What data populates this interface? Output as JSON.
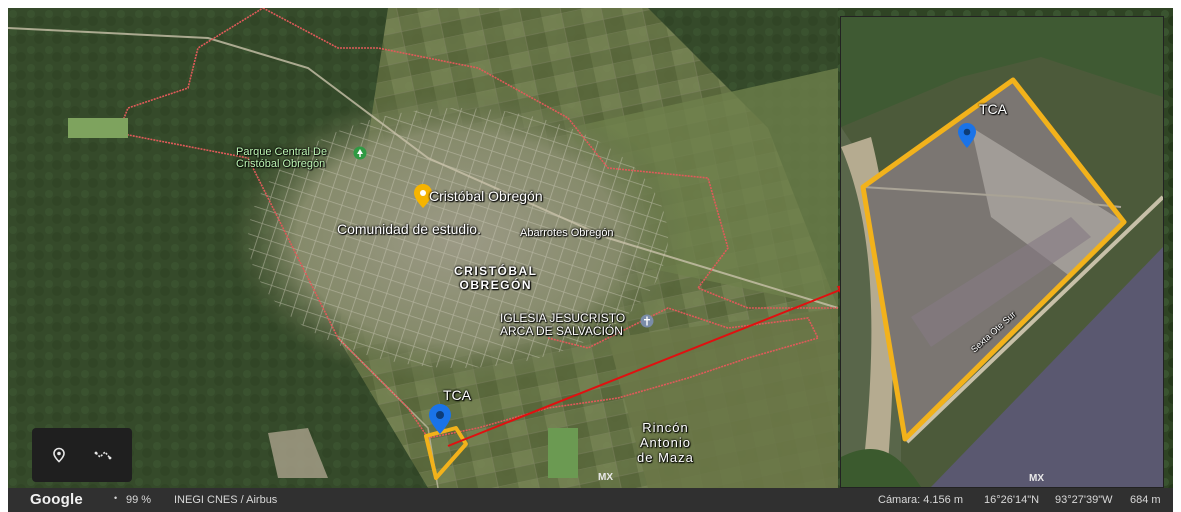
{
  "map": {
    "labels": {
      "park_line1": "Parque Central De",
      "park_line2": "Cristóbal Obregón",
      "town_pin": "Cristóbal Obregón",
      "study_community": "Comunidad de estudio.",
      "store": "Abarrotes Obregón",
      "town_big_line1": "CRISTÓBAL",
      "town_big_line2": "OBREGÓN",
      "church_line1": "IGLESIA JESUCRISTO",
      "church_line2": "ARCA DE SALVACIÓN",
      "tca": "TCA",
      "rincon_line1": "Rincón",
      "rincon_line2": "Antonio",
      "rincon_line3": "de Maza",
      "mx_mark": "MX"
    },
    "controls": [
      {
        "icon": "location-pin-icon"
      },
      {
        "icon": "path-measure-icon"
      }
    ]
  },
  "inset": {
    "tca": "TCA",
    "road_label": "Sexta Ote Sur",
    "mx_mark": "MX"
  },
  "bottom_bar": {
    "logo": "Google",
    "loading": "99 %",
    "attribution": "INEGI  CNES / Airbus",
    "camera": "Cámara: 4.156 m",
    "latitude": "16°26'14\"N",
    "longitude": "93°27'39\"W",
    "elevation": "684 m"
  },
  "colors": {
    "boundary": "#e05a5a",
    "polygon": "#f2b21b",
    "arrow": "#e01010",
    "pin_blue": "#1a73e8",
    "pin_yellow": "#f6b400"
  }
}
